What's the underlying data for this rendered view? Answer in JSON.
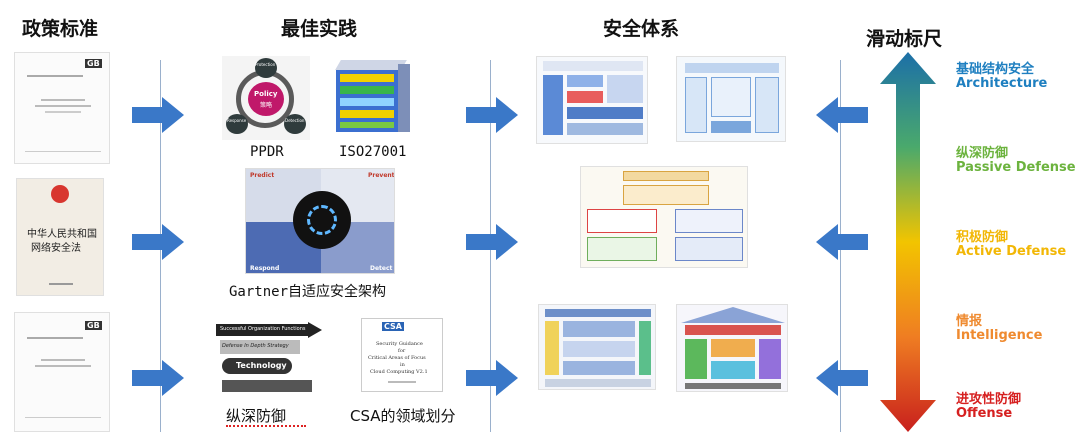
{
  "headers": {
    "policy": "政策标准",
    "practice": "最佳实践",
    "system": "安全体系",
    "scale": "滑动标尺"
  },
  "practices": {
    "ppdr": "PPDR",
    "iso": "ISO27001",
    "gartner": "Gartner自适应安全架构",
    "defense_in_depth": "纵深防御",
    "csa": "CSA的领域划分"
  },
  "documents": {
    "gb_mark": "GB",
    "law_title_line1": "中华人民共和国",
    "law_title_line2": "网络安全法"
  },
  "ppdr_wheel": {
    "center": "Policy",
    "center_zh": "策略",
    "top": "Protection",
    "left": "Response",
    "right": "Detection"
  },
  "gartner": {
    "predict": "Predict",
    "prevent": "Prevent",
    "detect": "Detect",
    "respond": "Respond"
  },
  "did": {
    "top": "Successful Organization Functions",
    "mid": "Defense In Depth Strategy",
    "bottom": "Technology"
  },
  "csa_doc": {
    "logo": "CSA",
    "line1": "Security Guidance",
    "line2": "for",
    "line3": "Critical Areas of Focus",
    "line4": "in",
    "line5": "Cloud Computing V2.1"
  },
  "scale_levels": [
    {
      "zh": "基础结构安全",
      "en": "Architecture",
      "color": "#1e7fc0"
    },
    {
      "zh": "纵深防御",
      "en": "Passive Defense",
      "color": "#6cb33e"
    },
    {
      "zh": "积极防御",
      "en": "Active Defense",
      "color": "#f2b705"
    },
    {
      "zh": "情报",
      "en": "Intelligence",
      "color": "#ef8a2f"
    },
    {
      "zh": "进攻性防御",
      "en": "Offense",
      "color": "#d62020"
    }
  ],
  "colors": {
    "arrow": "#3a78c8",
    "divider": "#9ab0cc",
    "scale_top": "#1c6fa8",
    "scale_bottom": "#c8201d"
  }
}
